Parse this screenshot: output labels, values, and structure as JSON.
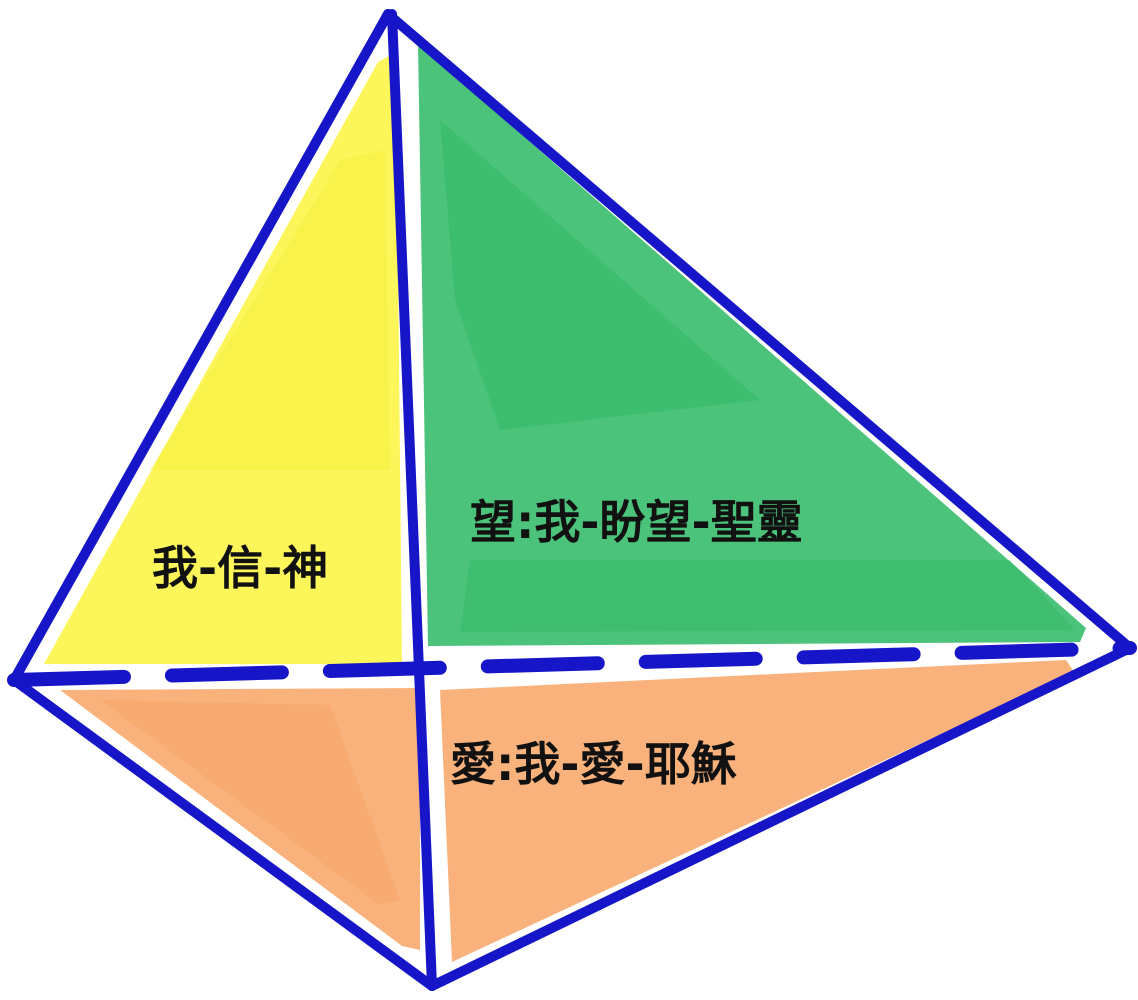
{
  "colors": {
    "edge": "#1616c8",
    "faith_face": "#fcf65a",
    "hope_face": "#4cc37a",
    "love_face": "#f9b27c",
    "background": "#ffffff"
  },
  "faces": {
    "faith": {
      "label": "我-信-神"
    },
    "hope": {
      "label": "望:我-盼望-聖靈"
    },
    "love": {
      "label": "愛:我-愛-耶穌"
    }
  }
}
